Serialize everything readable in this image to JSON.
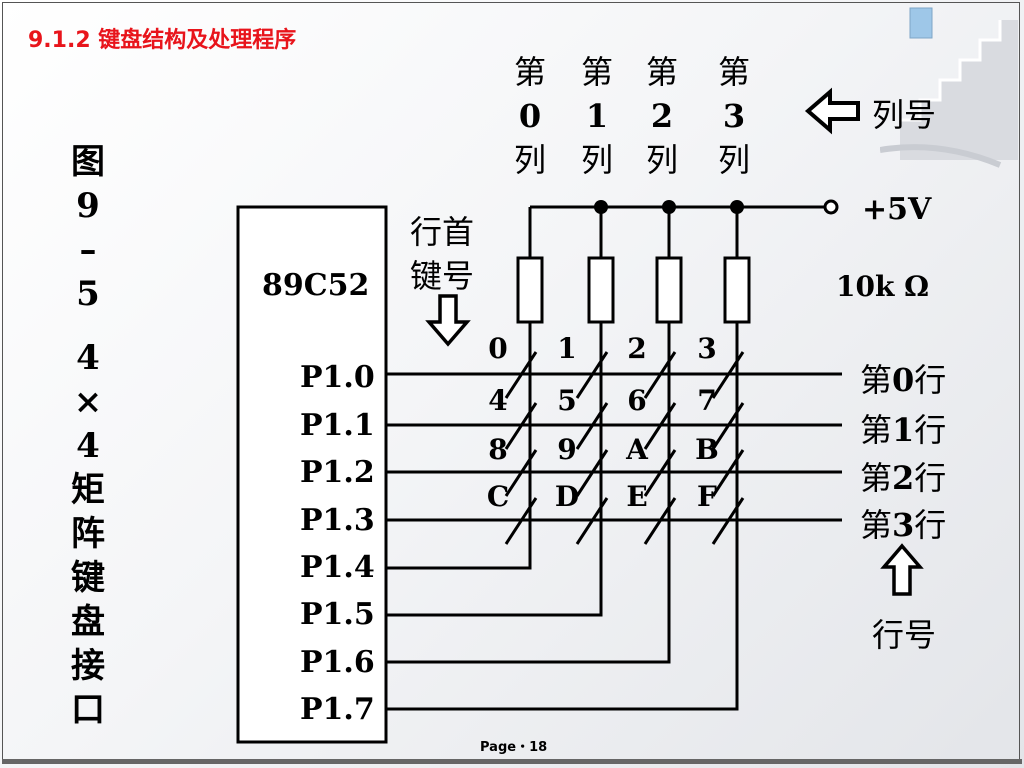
{
  "slide": {
    "title": "9.1.2  键盘结构及处理程序",
    "page_label": "Page・18"
  },
  "figure": {
    "caption_chars": [
      "图",
      "9",
      "–",
      "5",
      "4",
      "×",
      "4",
      "矩",
      "阵",
      "键",
      "盘",
      "接",
      "口"
    ],
    "chip": "89C52",
    "ports": [
      "P1.0",
      "P1.1",
      "P1.2",
      "P1.3",
      "P1.4",
      "P1.5",
      "P1.6",
      "P1.7"
    ],
    "columns": [
      {
        "top": "第",
        "num": "0",
        "bottom": "列"
      },
      {
        "top": "第",
        "num": "1",
        "bottom": "列"
      },
      {
        "top": "第",
        "num": "2",
        "bottom": "列"
      },
      {
        "top": "第",
        "num": "3",
        "bottom": "列"
      }
    ],
    "column_label": "列号",
    "supply": "+5V",
    "resistor": "10k Ω",
    "row_first_key": [
      "行首",
      "键号"
    ],
    "keys": [
      [
        "0",
        "1",
        "2",
        "3"
      ],
      [
        "4",
        "5",
        "6",
        "7"
      ],
      [
        "8",
        "9",
        "A",
        "B"
      ],
      [
        "C",
        "D",
        "E",
        "F"
      ]
    ],
    "rows": [
      {
        "pre": "第",
        "num": "0",
        "post": "行"
      },
      {
        "pre": "第",
        "num": "1",
        "post": "行"
      },
      {
        "pre": "第",
        "num": "2",
        "post": "行"
      },
      {
        "pre": "第",
        "num": "3",
        "post": "行"
      }
    ],
    "row_label": "行号"
  }
}
